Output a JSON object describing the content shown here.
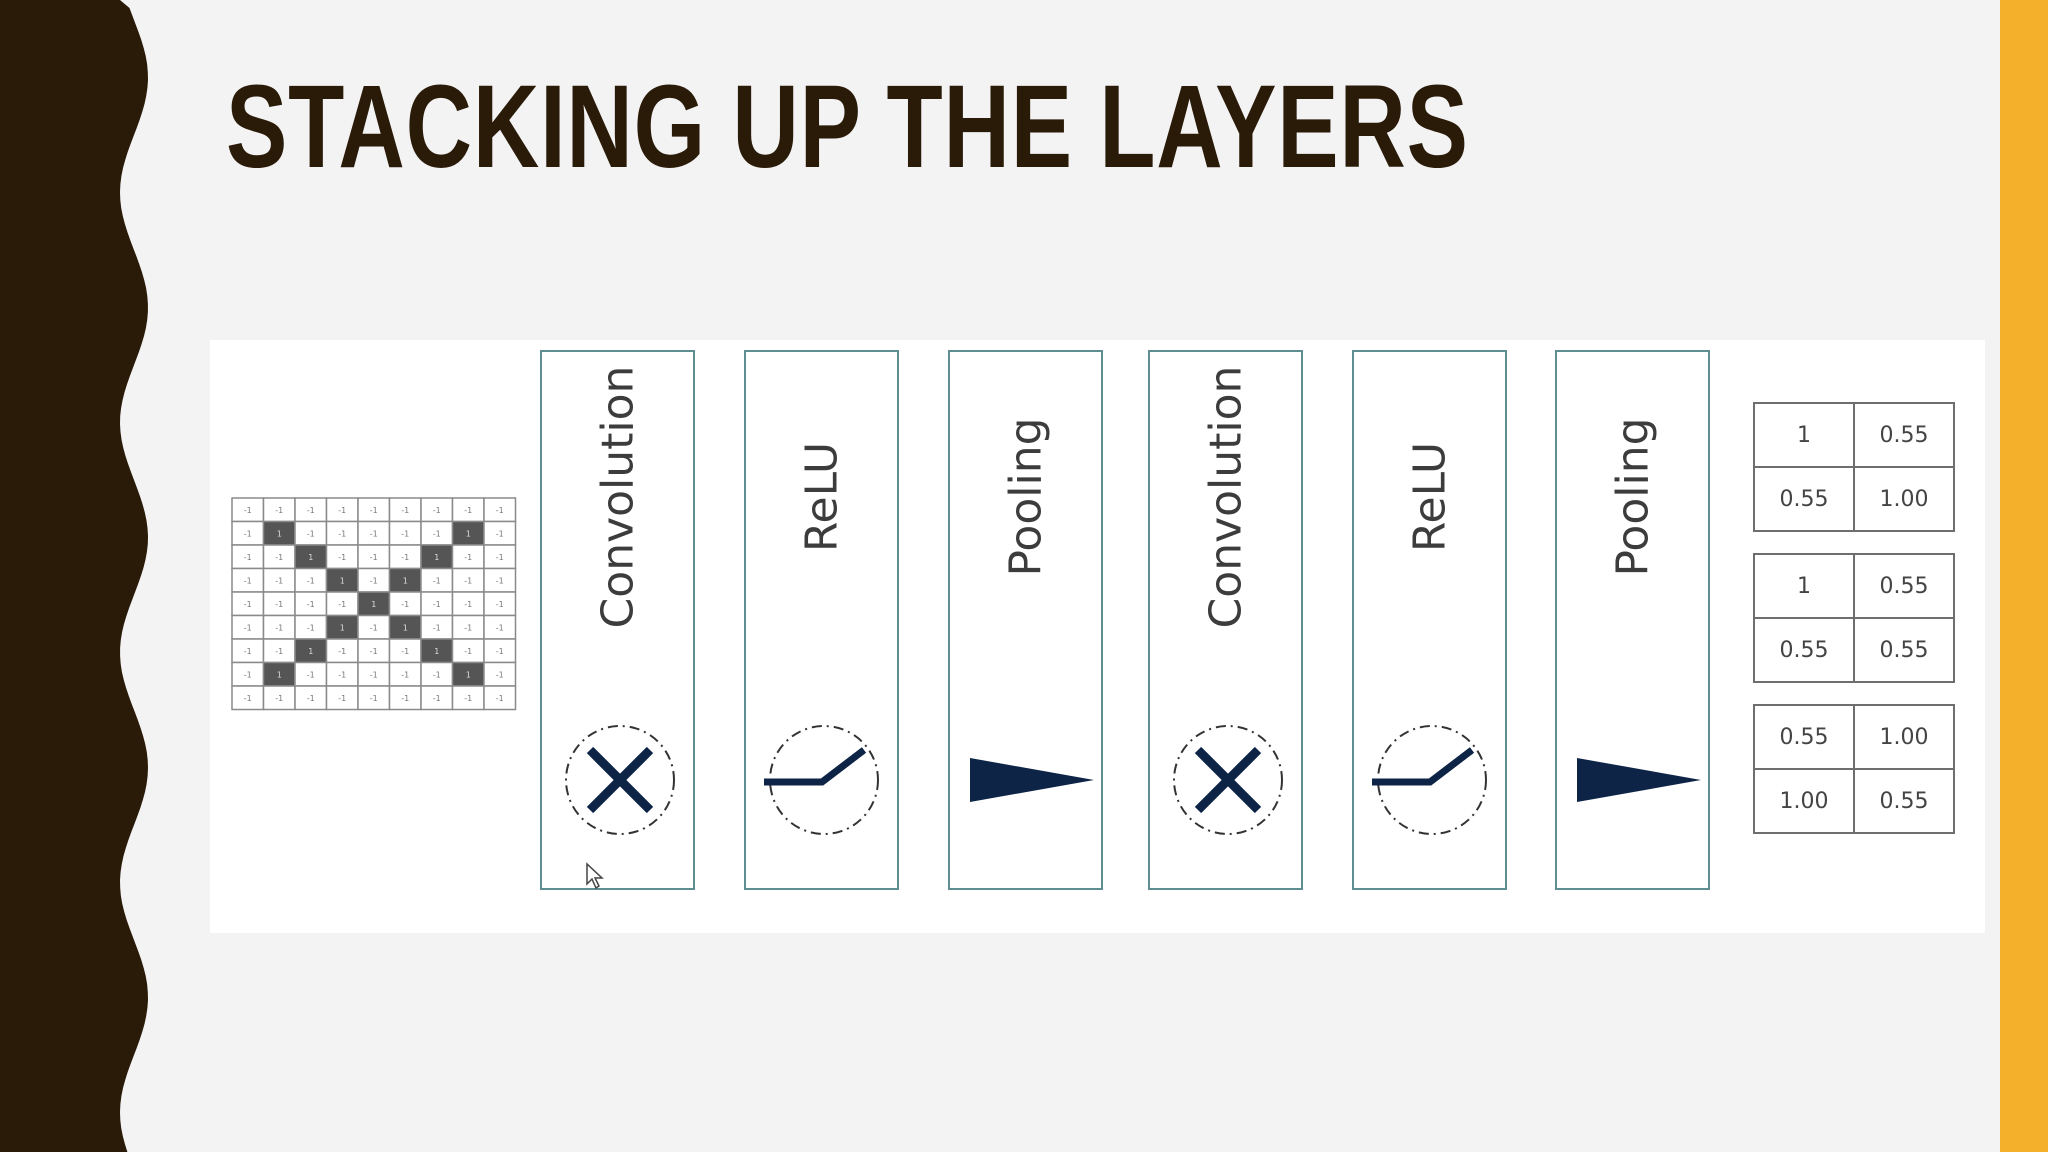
{
  "title": "STACKING UP THE LAYERS",
  "colors": {
    "left_band": "#2a1a08",
    "accent_bar": "#f4b02a",
    "layer_border": "#5e8e92",
    "icon_color": "#0d2447"
  },
  "input_grid": {
    "rows": [
      [
        "-1",
        "-1",
        "-1",
        "-1",
        "-1",
        "-1",
        "-1",
        "-1",
        "-1"
      ],
      [
        "-1",
        "1",
        "-1",
        "-1",
        "-1",
        "-1",
        "-1",
        "1",
        "-1"
      ],
      [
        "-1",
        "-1",
        "1",
        "-1",
        "-1",
        "-1",
        "1",
        "-1",
        "-1"
      ],
      [
        "-1",
        "-1",
        "-1",
        "1",
        "-1",
        "1",
        "-1",
        "-1",
        "-1"
      ],
      [
        "-1",
        "-1",
        "-1",
        "-1",
        "1",
        "-1",
        "-1",
        "-1",
        "-1"
      ],
      [
        "-1",
        "-1",
        "-1",
        "1",
        "-1",
        "1",
        "-1",
        "-1",
        "-1"
      ],
      [
        "-1",
        "-1",
        "1",
        "-1",
        "-1",
        "-1",
        "1",
        "-1",
        "-1"
      ],
      [
        "-1",
        "1",
        "-1",
        "-1",
        "-1",
        "-1",
        "-1",
        "1",
        "-1"
      ],
      [
        "-1",
        "-1",
        "-1",
        "-1",
        "-1",
        "-1",
        "-1",
        "-1",
        "-1"
      ]
    ]
  },
  "layers": [
    {
      "label": "Convolution",
      "icon": "convolution-x-icon"
    },
    {
      "label": "ReLU",
      "icon": "relu-curve-icon"
    },
    {
      "label": "Pooling",
      "icon": "pooling-wedge-icon"
    },
    {
      "label": "Convolution",
      "icon": "convolution-x-icon"
    },
    {
      "label": "ReLU",
      "icon": "relu-curve-icon"
    },
    {
      "label": "Pooling",
      "icon": "pooling-wedge-icon"
    }
  ],
  "output_maps": [
    [
      [
        "1",
        "0.55"
      ],
      [
        "0.55",
        "1.00"
      ]
    ],
    [
      [
        "1",
        "0.55"
      ],
      [
        "0.55",
        "0.55"
      ]
    ],
    [
      [
        "0.55",
        "1.00"
      ],
      [
        "1.00",
        "0.55"
      ]
    ]
  ]
}
